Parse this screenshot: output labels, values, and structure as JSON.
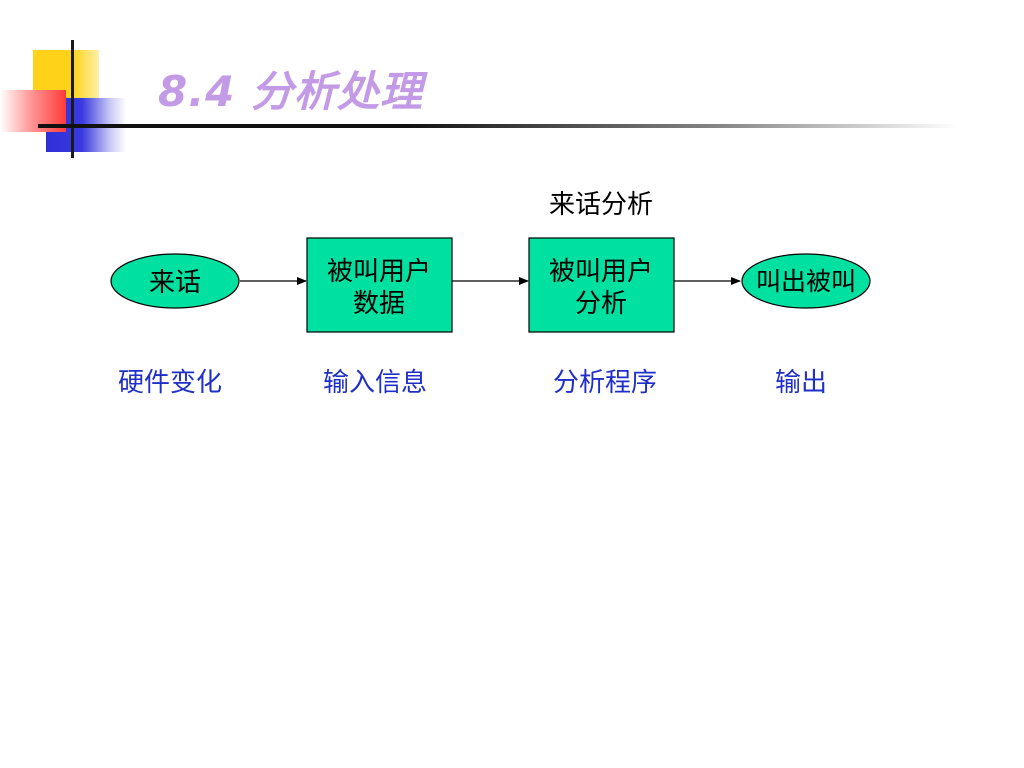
{
  "title": "8.4  分析处理",
  "colors": {
    "title": "#c39ae6",
    "node_fill": "#00e0a0",
    "label_blue": "#1f2fc8",
    "stroke": "#000000"
  },
  "diagram": {
    "top_label": "来话分析",
    "nodes": [
      {
        "id": "incoming-call",
        "shape": "ellipse",
        "lines": [
          "来话"
        ]
      },
      {
        "id": "called-user-data",
        "shape": "rect",
        "lines": [
          "被叫用户",
          "数据"
        ]
      },
      {
        "id": "called-user-analysis",
        "shape": "rect",
        "lines": [
          "被叫用户",
          "分析"
        ]
      },
      {
        "id": "call-called-party",
        "shape": "ellipse",
        "lines": [
          "叫出被叫"
        ]
      }
    ],
    "bottom_labels": [
      "硬件变化",
      "输入信息",
      "分析程序",
      "输出"
    ]
  }
}
